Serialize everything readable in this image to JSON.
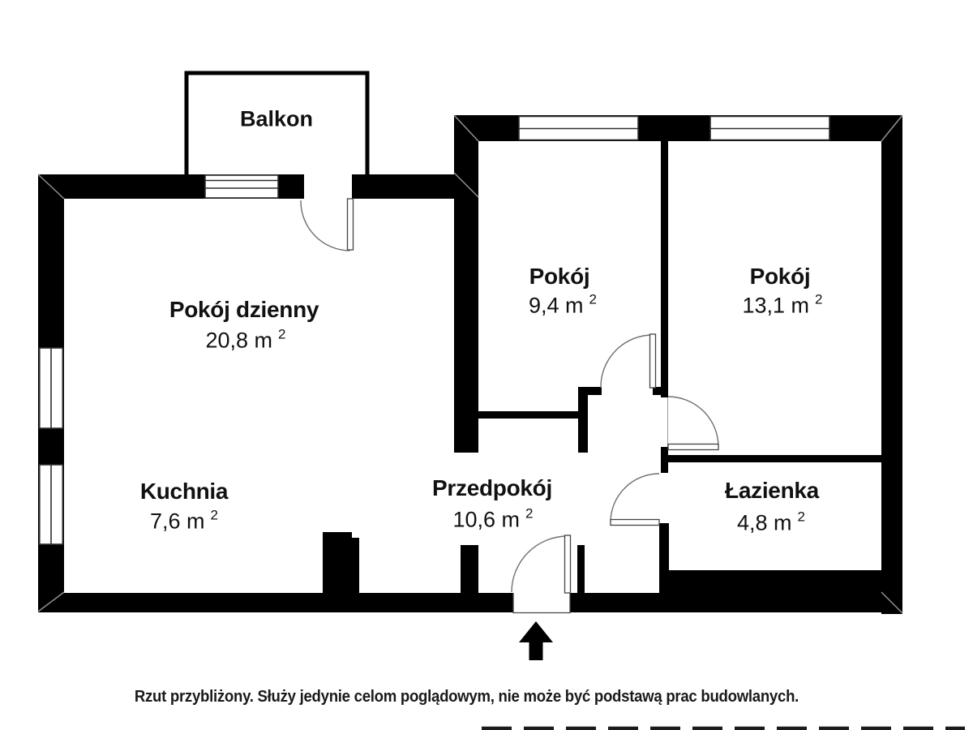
{
  "balcony": {
    "label": "Balkon"
  },
  "rooms": [
    {
      "name": "Pokój dzienny",
      "area": "20,8 m",
      "sup": "2"
    },
    {
      "name": "Pokój",
      "area": "9,4 m",
      "sup": "2"
    },
    {
      "name": "Pokój",
      "area": "13,1 m",
      "sup": "2"
    },
    {
      "name": "Kuchnia",
      "area": "7,6 m",
      "sup": "2"
    },
    {
      "name": "Przedpokój",
      "area": "10,6 m",
      "sup": "2"
    },
    {
      "name": "Łazienka",
      "area": "4,8 m",
      "sup": "2"
    }
  ],
  "footer": {
    "disclaimer": "Rzut przybliżony. Służy jedynie celom poglądowym, nie może być podstawą prac budowlanych."
  },
  "colors": {
    "wall": "#000000",
    "background": "#ffffff",
    "door_arc": "#6f6f6f"
  }
}
